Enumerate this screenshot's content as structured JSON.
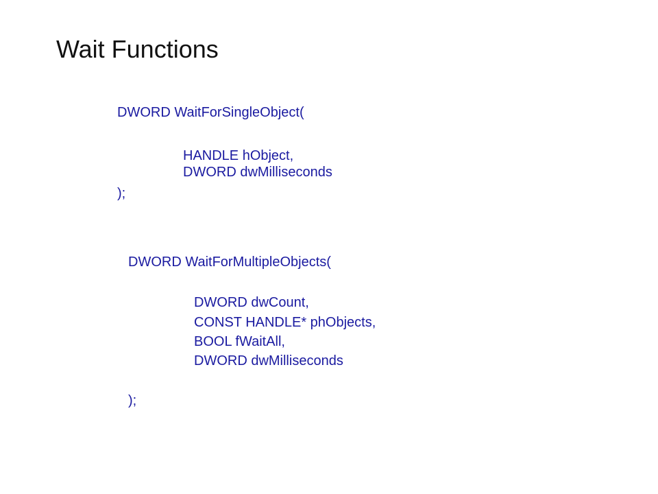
{
  "slide": {
    "title": "Wait Functions",
    "text_color": "#1a1aa0",
    "title_color": "#111111"
  },
  "single": {
    "signature": "DWORD WaitForSingleObject(",
    "params": [
      "HANDLE hObject,",
      "DWORD dwMilliseconds"
    ],
    "close": ");"
  },
  "multiple": {
    "signature": "DWORD WaitForMultipleObjects(",
    "params": [
      "DWORD dwCount,",
      "CONST HANDLE* phObjects,",
      "BOOL fWaitAll,",
      "DWORD dwMilliseconds"
    ],
    "close": ");"
  }
}
